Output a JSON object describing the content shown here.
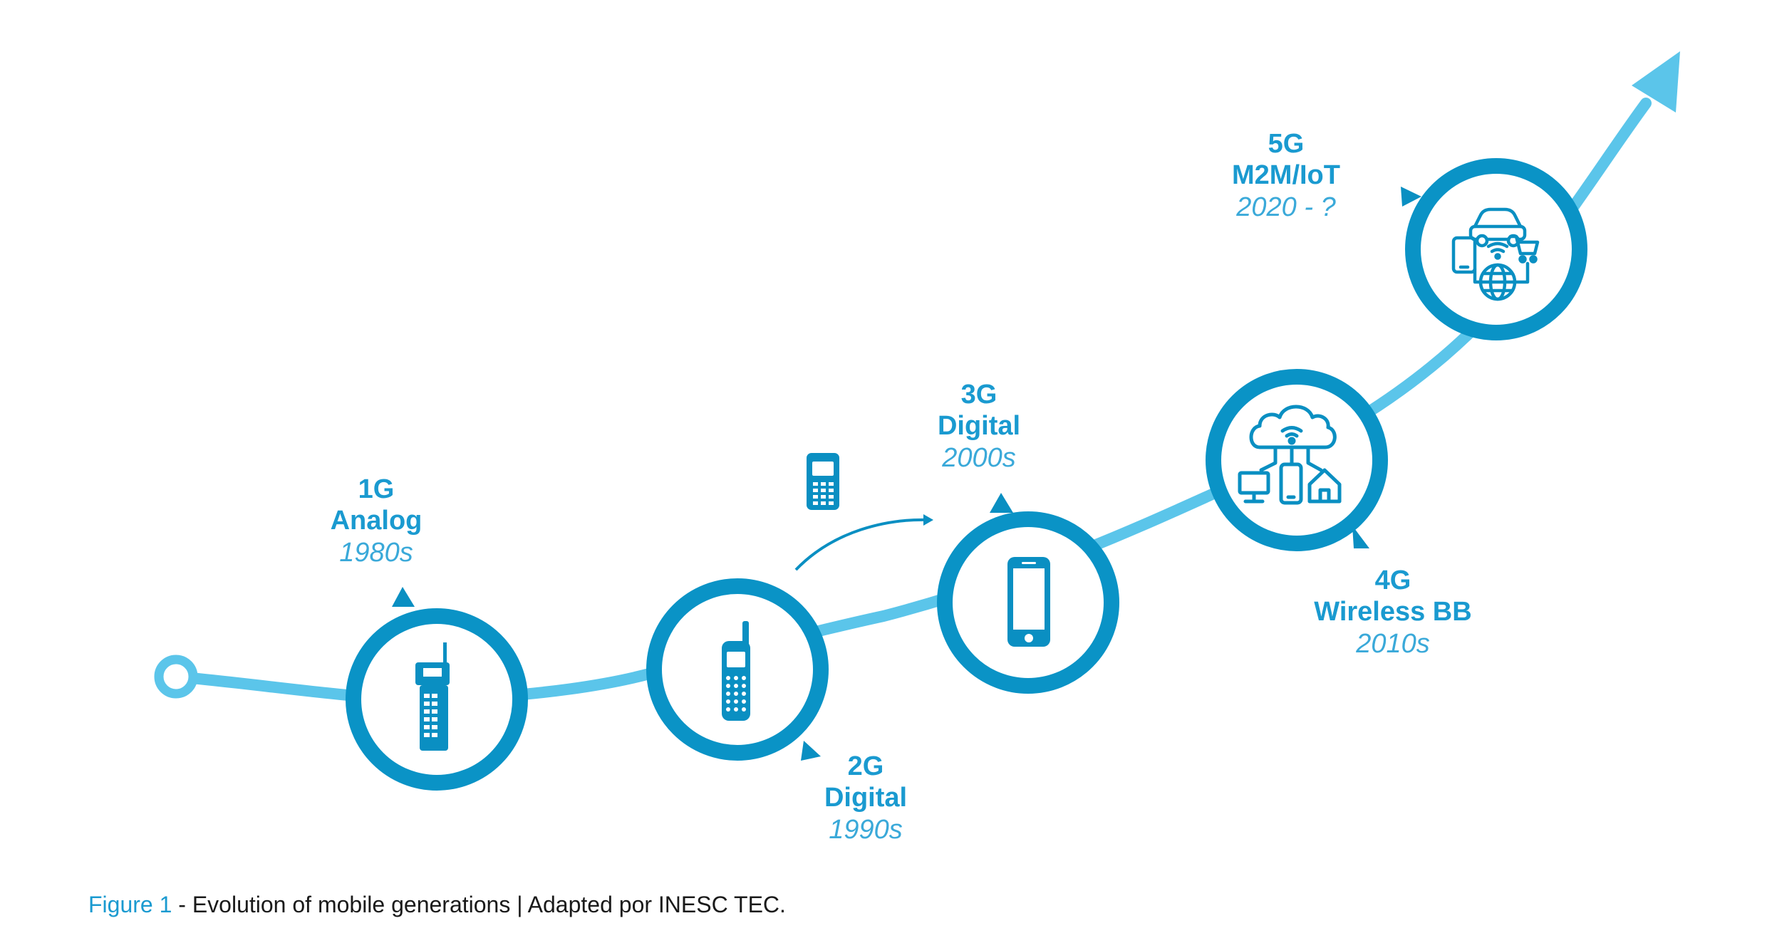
{
  "colors": {
    "track": "#5bc5ea",
    "ring": "#0a93c6",
    "icon": "#0a8fc2",
    "label": "#1a9ad0",
    "caption_text": "#1a1a1a"
  },
  "generations": [
    {
      "gen": "1G",
      "tech": "Analog",
      "era": "1980s",
      "icon": "brick-phone-icon"
    },
    {
      "gen": "2G",
      "tech": "Digital",
      "era": "1990s",
      "icon": "mobile-phone-antenna-icon"
    },
    {
      "gen": "3G",
      "tech": "Digital",
      "era": "2000s",
      "icon": "smartphone-icon"
    },
    {
      "gen": "4G",
      "tech": "Wireless BB",
      "era": "2010s",
      "icon": "cloud-devices-icon"
    },
    {
      "gen": "5G",
      "tech": "M2M/IoT",
      "era": "2020 - ?",
      "icon": "iot-devices-icon"
    }
  ],
  "transition_icon": "keypad-phone-icon",
  "caption": {
    "figure": "Figure 1",
    "text": " - Evolution of mobile generations | Adapted por INESC TEC."
  }
}
